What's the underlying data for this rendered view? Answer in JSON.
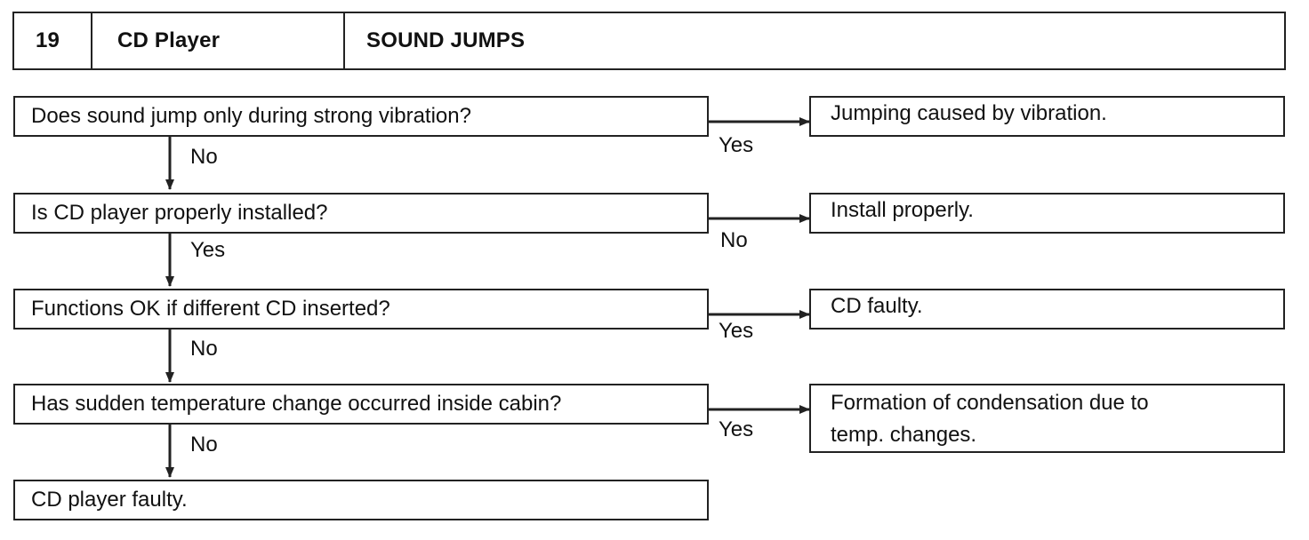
{
  "header": {
    "number": "19",
    "system": "CD Player",
    "symptom": "SOUND JUMPS"
  },
  "steps": [
    {
      "question": "Does sound jump only during strong vibration?",
      "branch_label": "Yes",
      "result": "Jumping caused by vibration.",
      "continue_label": "No"
    },
    {
      "question": "Is CD player properly installed?",
      "branch_label": "No",
      "result": "Install properly.",
      "continue_label": "Yes"
    },
    {
      "question": "Functions OK if different CD inserted?",
      "branch_label": "Yes",
      "result": "CD faulty.",
      "continue_label": "No"
    },
    {
      "question": "Has sudden temperature change occurred inside cabin?",
      "branch_label": "Yes",
      "result_line1": "Formation of condensation due to",
      "result_line2": "temp. changes.",
      "continue_label": "No"
    }
  ],
  "final": "CD player faulty."
}
